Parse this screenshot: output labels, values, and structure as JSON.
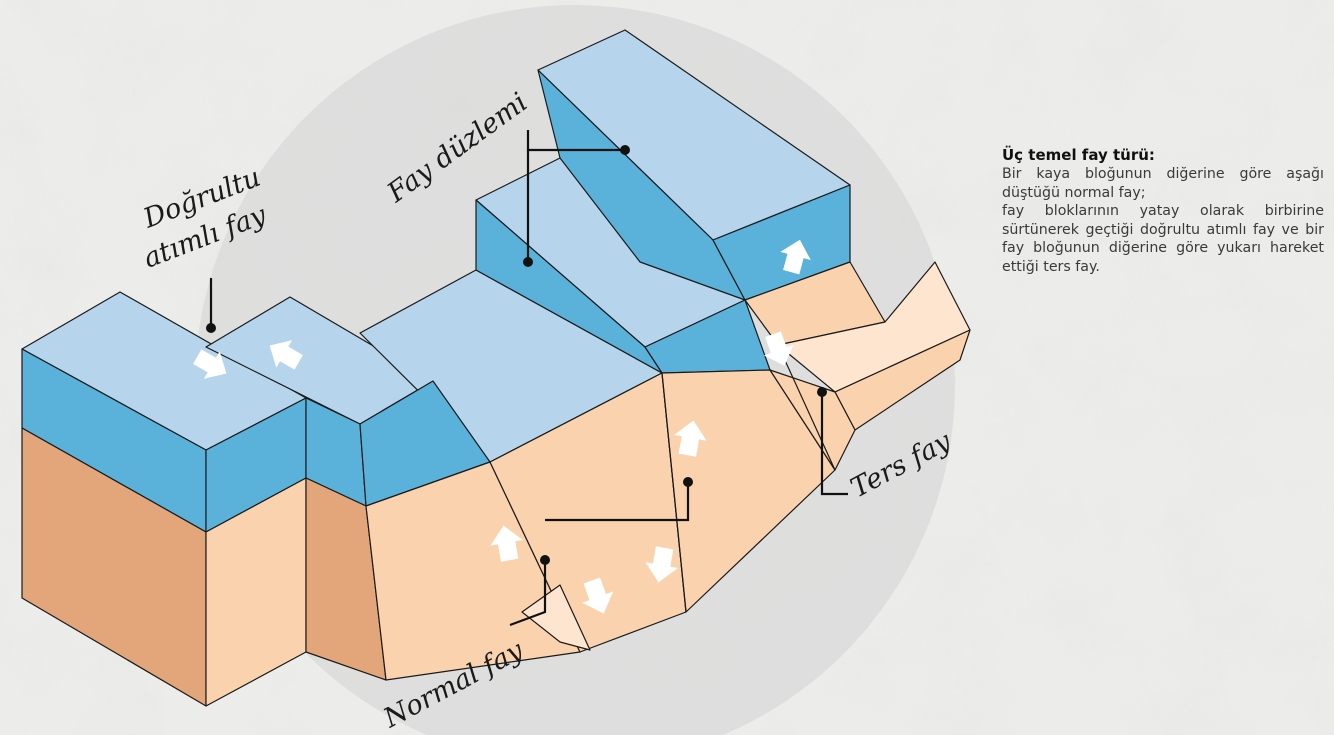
{
  "labels": {
    "strike_slip": [
      "Doğrultu",
      "atımlı fay"
    ],
    "fault_plane": "Fay düzlemi",
    "normal_fault": "Normal fay",
    "reverse_fault": "Ters fay"
  },
  "info": {
    "title": "Üç temel fay türü:",
    "lines": [
      "Bir kaya bloğunun diğerine göre aşağı düştüğü normal fay;",
      "fay bloklarının yatay olarak birbirine sürtünerek geçtiği doğrultu atımlı fay ve bir fay bloğunun diğerine göre yukarı hareket ettiği ters fay."
    ]
  },
  "colors": {
    "top_face": "#b6d5ec",
    "water_layer": "#5ab2da",
    "rock_front": "#fad3ae",
    "rock_dark": "#e2a67a",
    "rock_light": "#fde5d0",
    "background": "#ececea",
    "backdrop_circle": "#d8d8d8"
  }
}
